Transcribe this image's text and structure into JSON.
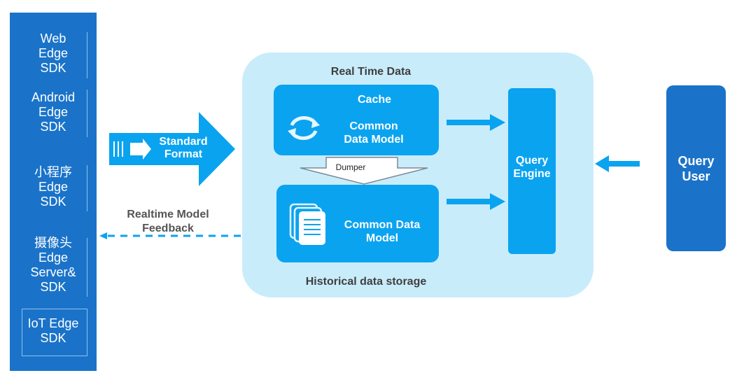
{
  "sdk_panel": {
    "items": [
      {
        "lines": [
          "Web",
          "Edge",
          "SDK"
        ]
      },
      {
        "lines": [
          "Android",
          "Edge",
          "SDK"
        ]
      },
      {
        "lines": [
          "小程序",
          "Edge",
          "SDK"
        ]
      },
      {
        "lines": [
          "摄像头",
          "Edge",
          "Server&",
          "SDK"
        ]
      },
      {
        "lines": [
          "IoT Edge",
          "SDK"
        ]
      }
    ]
  },
  "standard_format": {
    "line1": "Standard",
    "line2": "Format"
  },
  "feedback": {
    "line1": "Realtime Model",
    "line2": "Feedback"
  },
  "real_time_data": {
    "title": "Real Time Data",
    "cache_label": "Cache",
    "model_line1": "Common",
    "model_line2": "Data Model"
  },
  "dumper": {
    "label": "Dumper"
  },
  "historical": {
    "title": "Historical data storage",
    "model_line1": "Common Data",
    "model_line2": "Model"
  },
  "query_engine": {
    "line1": "Query",
    "line2": "Engine"
  },
  "query_user": {
    "line1": "Query",
    "line2": "User"
  },
  "colors": {
    "dark_blue": "#1a73c9",
    "bright_blue": "#0aa3f0",
    "light_container": "#c9ecfb",
    "arrow_blue": "#0aa3f0"
  },
  "icons": [
    "refresh-cycle-icon",
    "document-stack-icon"
  ]
}
